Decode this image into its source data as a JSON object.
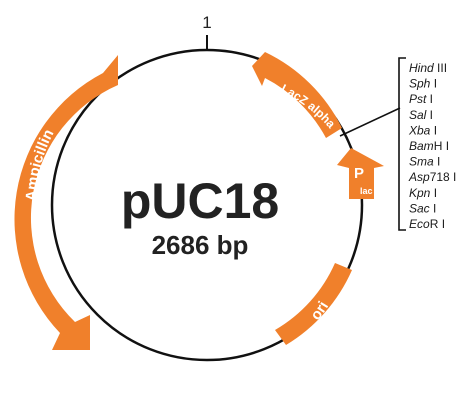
{
  "plasmid": {
    "name": "pUC18",
    "size": "2686 bp",
    "origin_marker": "1"
  },
  "features": {
    "ampicillin": "Ampicillin",
    "lacz": "LacZ alpha",
    "ori": "ori",
    "plac_main": "P",
    "plac_sub": "lac"
  },
  "mcs_sites": [
    {
      "italic": "Hind",
      "plain": " III"
    },
    {
      "italic": "Sph",
      "plain": " I"
    },
    {
      "italic": "Pst",
      "plain": " I"
    },
    {
      "italic": "Sal",
      "plain": " I"
    },
    {
      "italic": "Xba",
      "plain": " I"
    },
    {
      "italic": "Bam",
      "plain": "H I"
    },
    {
      "italic": "Sma",
      "plain": " I"
    },
    {
      "italic": "Asp",
      "plain": "718 I"
    },
    {
      "italic": "Kpn",
      "plain": " I"
    },
    {
      "italic": "Sac",
      "plain": " I"
    },
    {
      "italic": "Eco",
      "plain": "R I"
    }
  ],
  "colors": {
    "feature": "#F0802B",
    "outline": "#111111",
    "text": "#222222"
  }
}
